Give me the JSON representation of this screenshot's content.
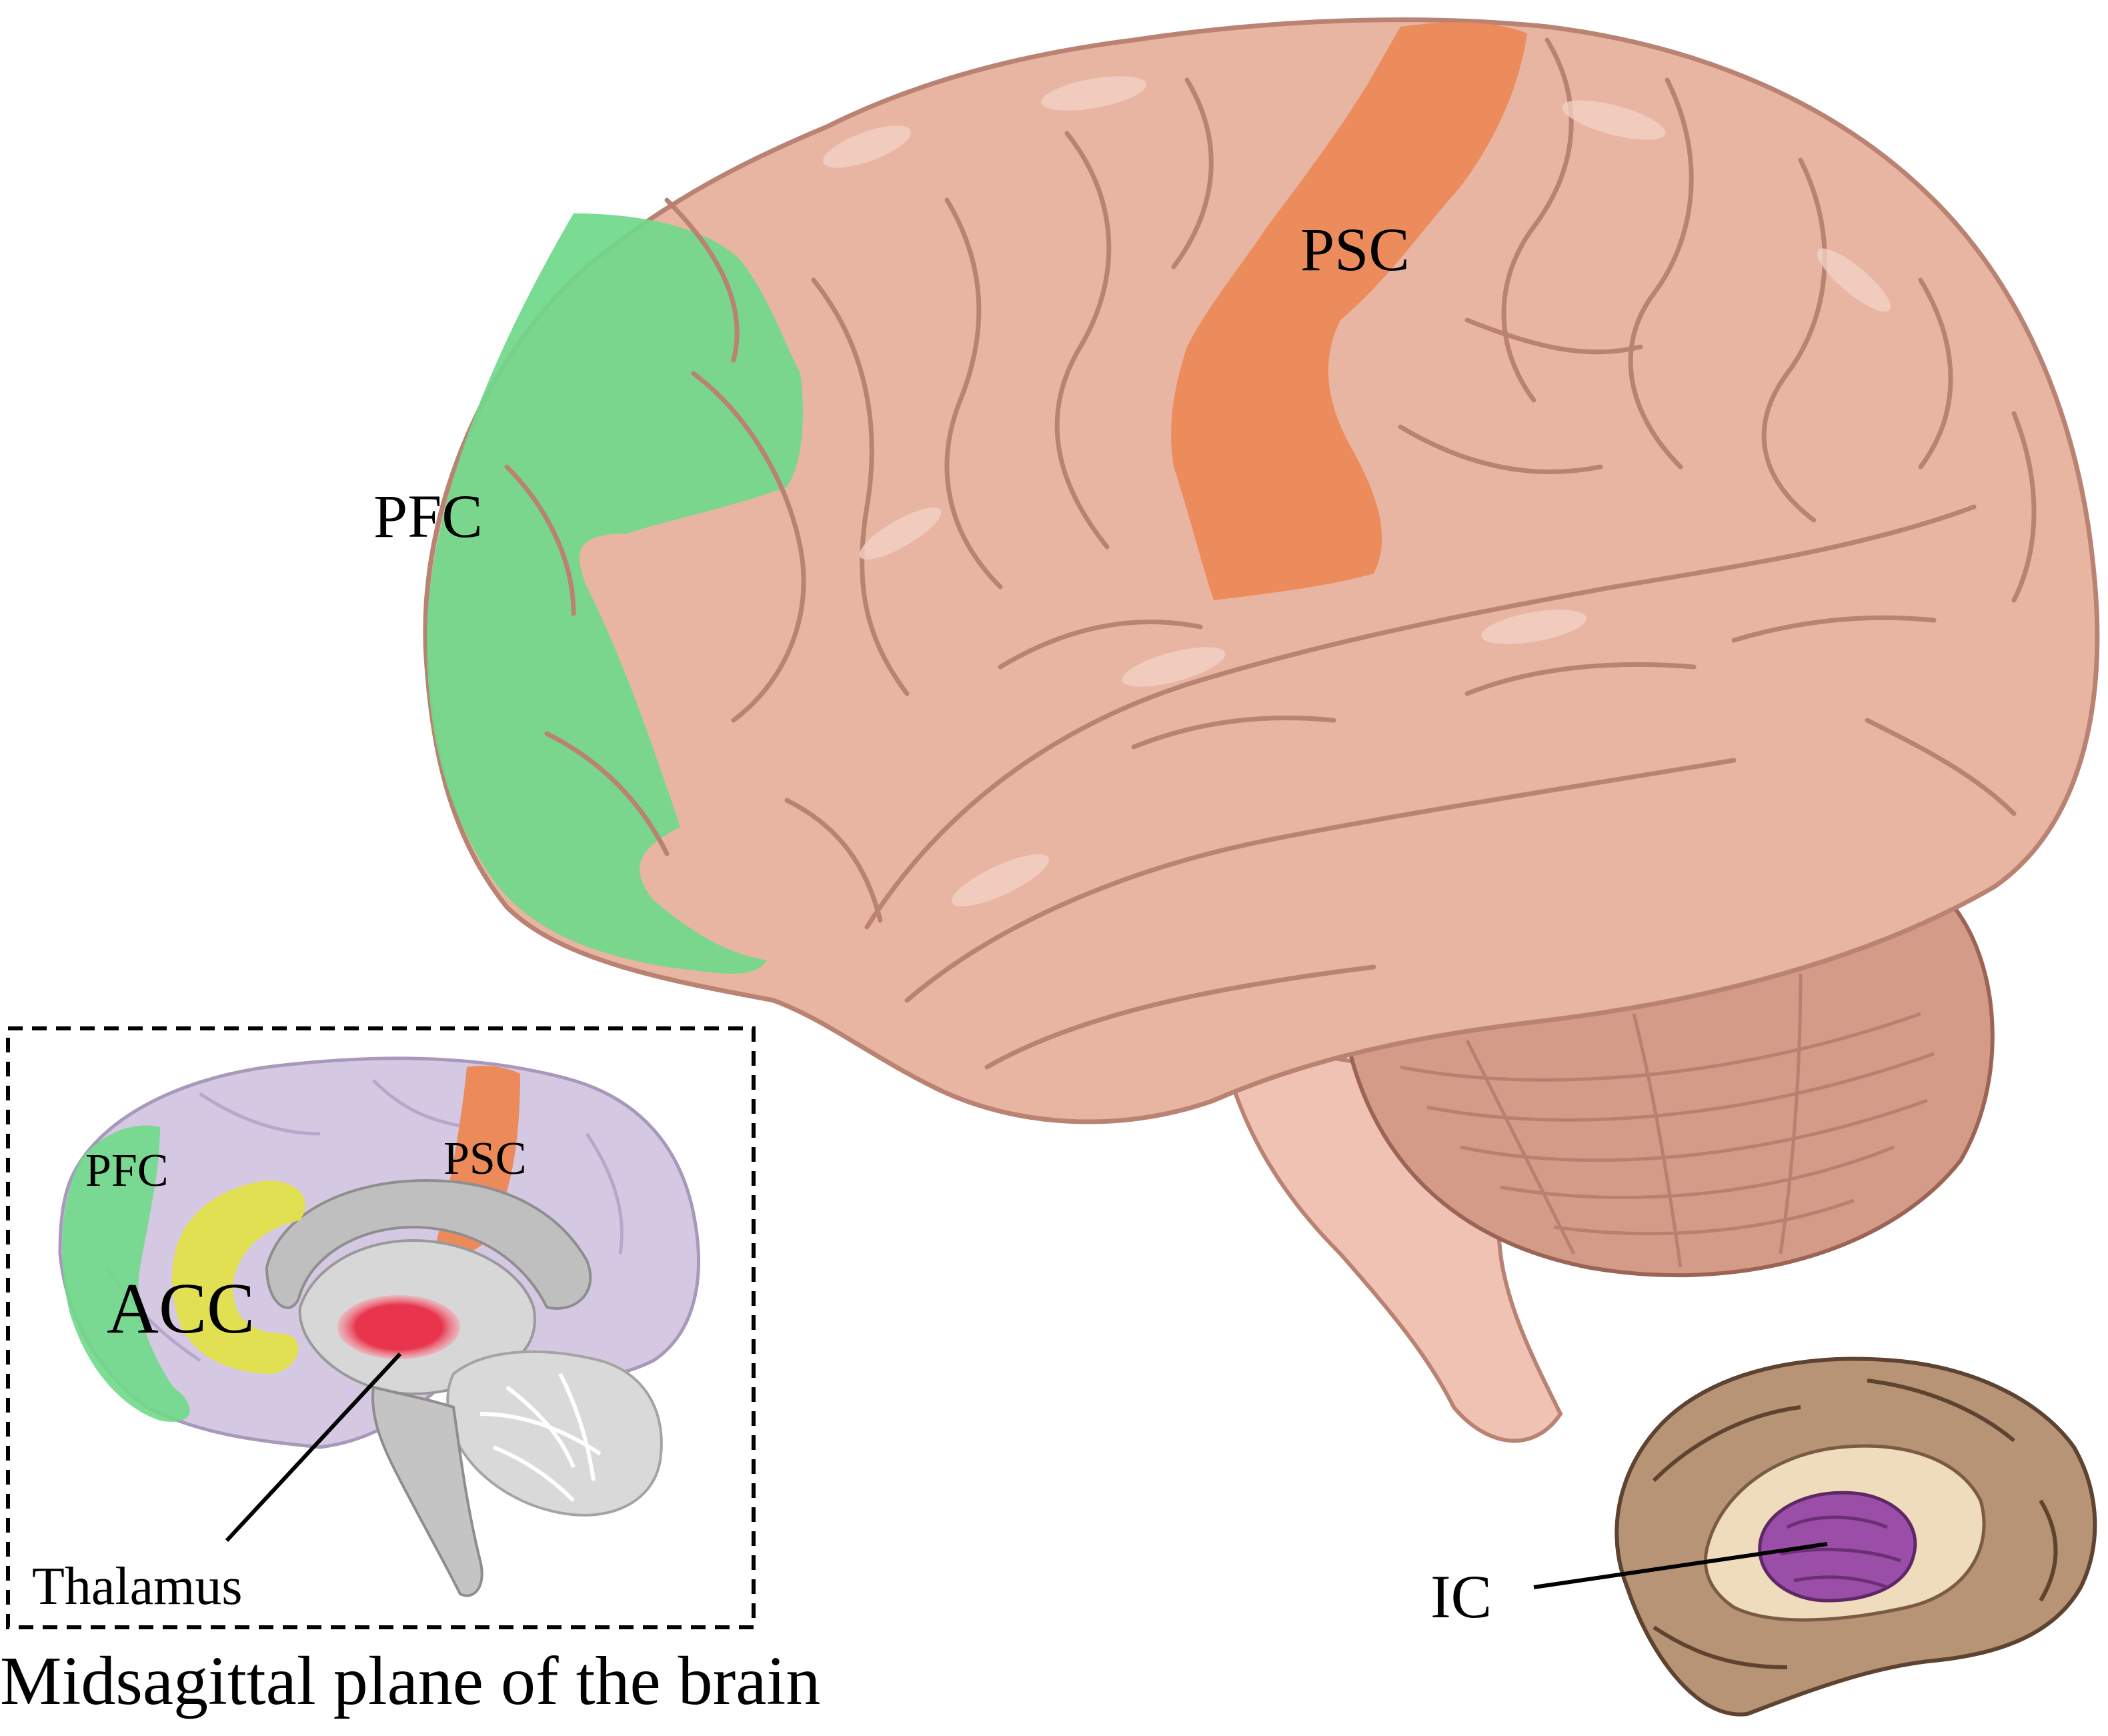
{
  "labels": {
    "lateral_pfc": "PFC",
    "lateral_psc": "PSC",
    "inset_pfc": "PFC",
    "inset_psc": "PSC",
    "inset_acc": "ACC",
    "inset_thalamus": "Thalamus",
    "insula_ic": "IC"
  },
  "caption": "Midsagittal plane of the brain",
  "colors": {
    "cortex": "#e8b5a2",
    "cortex_dark": "#c9907e",
    "pfc": "#6fd98a",
    "psc": "#ec8a5a",
    "acc": "#e2e04a",
    "thalamus": "#e8344c",
    "medial_cortex": "#d5c8e2",
    "insula": "#9a4ea8",
    "insula_cortex": "#b89477"
  }
}
